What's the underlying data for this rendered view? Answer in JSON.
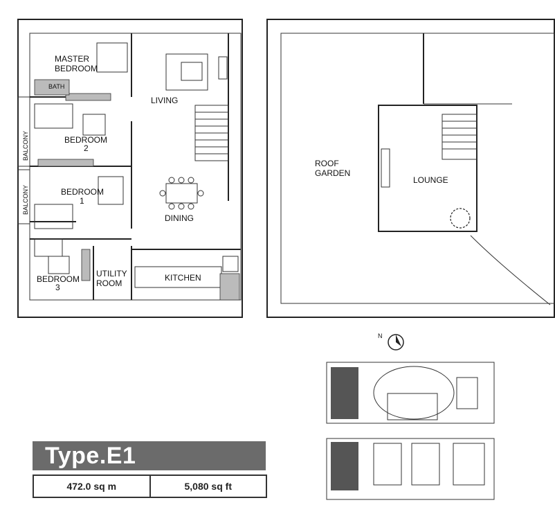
{
  "unit_type": "Type.E1",
  "area": {
    "sq_m": "472.0 sq m",
    "sq_ft": "5,080 sq ft"
  },
  "lower_floor": {
    "rooms": {
      "master_bedroom_line1": "MASTER",
      "master_bedroom_line2": "BEDROOM",
      "living": "LIVING",
      "bedroom2": "BEDROOM",
      "bedroom2_num": "2",
      "bedroom1": "BEDROOM",
      "bedroom1_num": "1",
      "dining": "DINING",
      "bedroom3": "BEDROOM",
      "bedroom3_num": "3",
      "utility_line1": "UTILITY",
      "utility_line2": "ROOM",
      "kitchen": "KITCHEN",
      "balcony_top": "BALCONY",
      "balcony_bottom": "BALCONY",
      "bath": "BATH"
    }
  },
  "upper_floor": {
    "rooms": {
      "roof_garden_line1": "ROOF",
      "roof_garden_line2": "GARDEN",
      "lounge": "LOUNGE"
    }
  },
  "key_plan": {
    "north_label": "N"
  },
  "colors": {
    "banner": "#6b6b6b",
    "highlight": "#555555"
  }
}
